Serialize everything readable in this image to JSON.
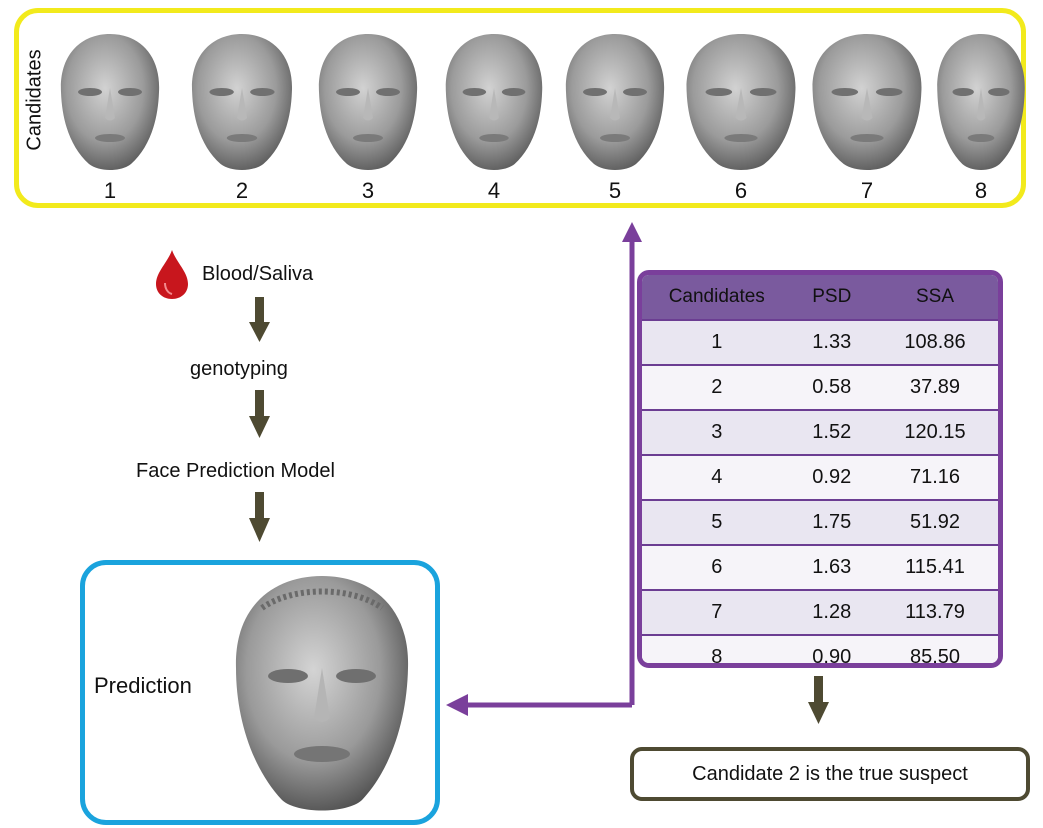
{
  "candidates_panel": {
    "label": "Candidates",
    "faces": [
      {
        "number": "1"
      },
      {
        "number": "2"
      },
      {
        "number": "3"
      },
      {
        "number": "4"
      },
      {
        "number": "5"
      },
      {
        "number": "6"
      },
      {
        "number": "7"
      },
      {
        "number": "8"
      }
    ]
  },
  "flow": {
    "sample_label": "Blood/Saliva",
    "step_genotyping": "genotyping",
    "step_model": "Face Prediction Model",
    "prediction_label": "Prediction"
  },
  "table": {
    "headers": [
      "Candidates",
      "PSD",
      "SSA"
    ],
    "rows": [
      [
        "1",
        "1.33",
        "108.86"
      ],
      [
        "2",
        "0.58",
        "37.89"
      ],
      [
        "3",
        "1.52",
        "120.15"
      ],
      [
        "4",
        "0.92",
        "71.16"
      ],
      [
        "5",
        "1.75",
        "51.92"
      ],
      [
        "6",
        "1.63",
        "115.41"
      ],
      [
        "7",
        "1.28",
        "113.79"
      ],
      [
        "8",
        "0.90",
        "85.50"
      ]
    ]
  },
  "conclusion": "Candidate 2 is the true suspect",
  "colors": {
    "candidates_border": "#f2ea1c",
    "table_border": "#7a3f9b",
    "table_header": "#7a5a9e",
    "prediction_border": "#1aa3dd",
    "conclusion_border": "#4e4a32",
    "down_arrow": "#4e4a32",
    "purple_arrow": "#7a3f9b",
    "blood_drop": "#c8161d"
  }
}
